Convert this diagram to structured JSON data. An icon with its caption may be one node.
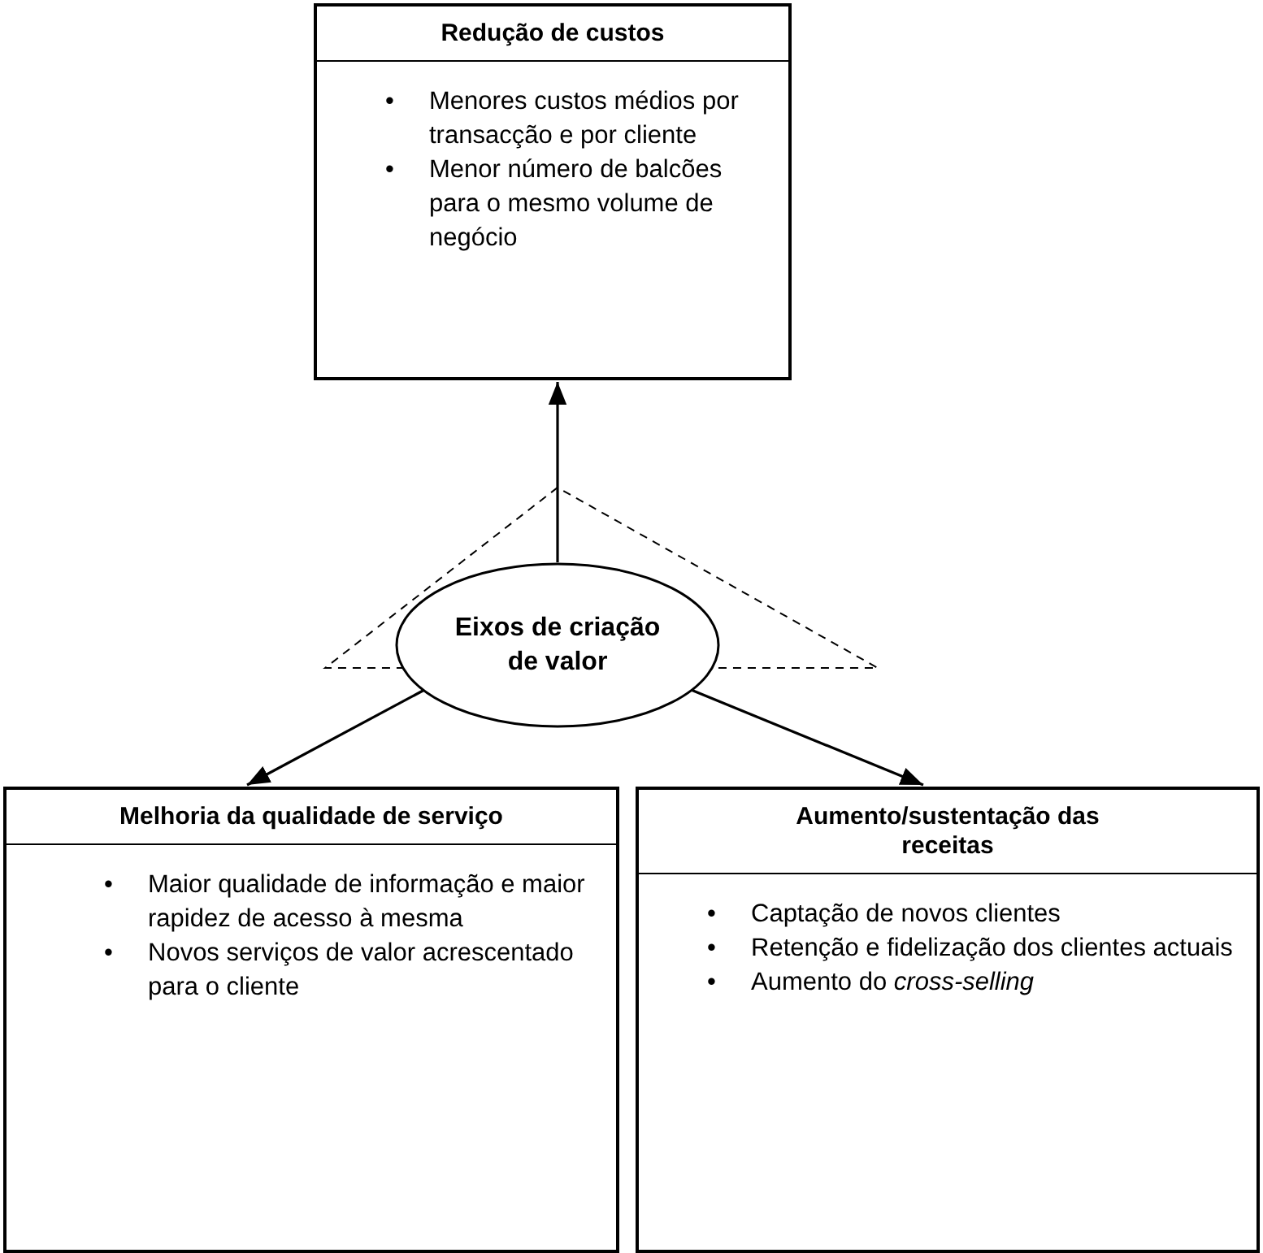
{
  "diagram": {
    "nodes": [
      {
        "text": [
          "Redução de custos",
          "• Menores custos médios por transacção e por cliente",
          "• Menor número de balcões para o mesmo volume de negócio"
        ]
      },
      {
        "text": [
          "Eixos de criação de valor"
        ]
      },
      {
        "text": [
          "Melhoria da qualidade de serviço",
          "• Maior qualidade de informação e maior rapidez de acesso à mesma",
          "• Novos serviços de valor acrescentado para o cliente"
        ]
      },
      {
        "text": [
          "Aumento/sustentação das receitas",
          "• Captação de novos clientes",
          "• Retenção e fidelização dos clientes actuais",
          "• Aumento do *cross-selling*"
        ]
      }
    ],
    "edges": [
      {
        "from": 1,
        "to": 0,
        "arrow": "to"
      },
      {
        "from": 1,
        "to": 2,
        "arrow": "to"
      },
      {
        "from": 1,
        "to": 3,
        "arrow": "to"
      }
    ]
  }
}
